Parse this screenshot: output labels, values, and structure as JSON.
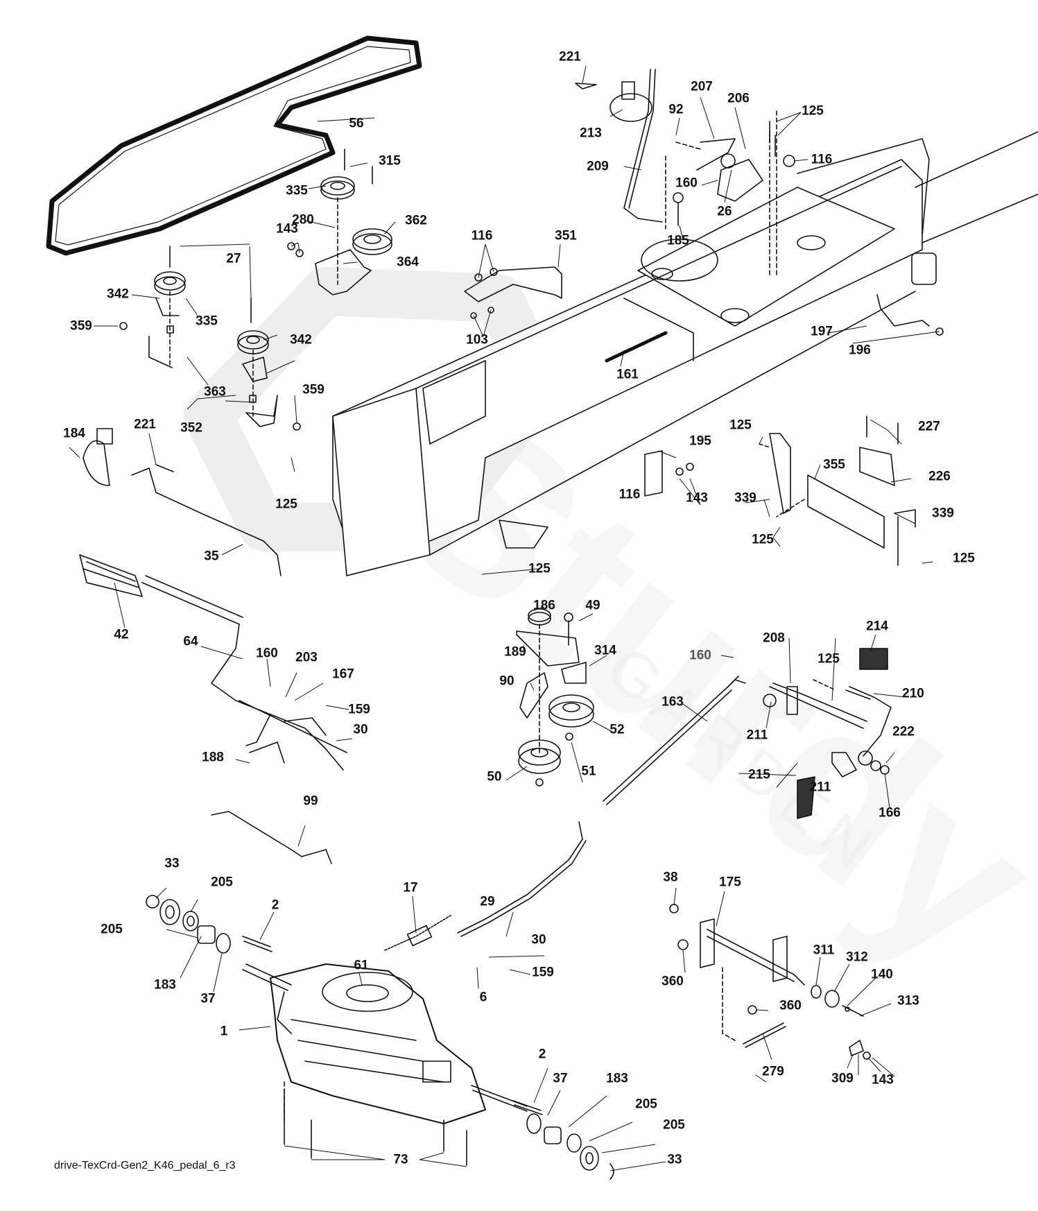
{
  "diagram": {
    "title_code": "drive-TexCrd-Gen2_K46_pedal_6_r3",
    "watermark": {
      "brand": "Sturdy",
      "subtitle": "GARDEN",
      "color": "#ececec"
    },
    "line_color": "#111111",
    "callouts": [
      {
        "id": "c1",
        "label": "56",
        "part": "drive-belt"
      },
      {
        "id": "c2",
        "label": "221",
        "part": "hairpin-clip"
      },
      {
        "id": "c3",
        "label": "213",
        "part": "knob"
      },
      {
        "id": "c4",
        "label": "209",
        "part": "lift-rod"
      },
      {
        "id": "c5",
        "label": "207",
        "part": "lever-arm"
      },
      {
        "id": "c6",
        "label": "92",
        "part": "bolt"
      },
      {
        "id": "c7",
        "label": "206",
        "part": "bracket-plate"
      },
      {
        "id": "c8",
        "label": "125",
        "part": "bolt"
      },
      {
        "id": "c9",
        "label": "116",
        "part": "nut"
      },
      {
        "id": "c10",
        "label": "160",
        "part": "hairpin-clip"
      },
      {
        "id": "c11",
        "label": "26",
        "part": "spring"
      },
      {
        "id": "c12",
        "label": "185",
        "part": "carriage-bolt"
      },
      {
        "id": "c13",
        "label": "315",
        "part": "bolt"
      },
      {
        "id": "c14",
        "label": "335",
        "part": "idler-pulley"
      },
      {
        "id": "c15",
        "label": "280",
        "part": "spacer"
      },
      {
        "id": "c16",
        "label": "362",
        "part": "pulley"
      },
      {
        "id": "c17",
        "label": "143",
        "part": "nut"
      },
      {
        "id": "c18",
        "label": "364",
        "part": "bracket"
      },
      {
        "id": "c19",
        "label": "116",
        "part": "nut"
      },
      {
        "id": "c20",
        "label": "351",
        "part": "bracket"
      },
      {
        "id": "c21",
        "label": "103",
        "part": "nut"
      },
      {
        "id": "c22",
        "label": "27",
        "part": "bolt"
      },
      {
        "id": "c23",
        "label": "342",
        "part": "belt-guide"
      },
      {
        "id": "c24",
        "label": "335",
        "part": "idler-pulley"
      },
      {
        "id": "c25",
        "label": "359",
        "part": "nut"
      },
      {
        "id": "c26",
        "label": "342",
        "part": "belt-guide"
      },
      {
        "id": "c27",
        "label": "363",
        "part": "spacer"
      },
      {
        "id": "c28",
        "label": "359",
        "part": "nut"
      },
      {
        "id": "c29",
        "label": "352",
        "part": "bracket"
      },
      {
        "id": "c30",
        "label": "161",
        "part": "spring"
      },
      {
        "id": "c31",
        "label": "197",
        "part": "hitch-rod"
      },
      {
        "id": "c32",
        "label": "196",
        "part": "screw"
      },
      {
        "id": "c33",
        "label": "184",
        "part": "knob"
      },
      {
        "id": "c34",
        "label": "221",
        "part": "hairpin-clip"
      },
      {
        "id": "c35",
        "label": "125",
        "part": "bolt"
      },
      {
        "id": "c36",
        "label": "35",
        "part": "rod"
      },
      {
        "id": "c37",
        "label": "125",
        "part": "bolt"
      },
      {
        "id": "c38",
        "label": "227",
        "part": "bolt"
      },
      {
        "id": "c39",
        "label": "195",
        "part": "plate"
      },
      {
        "id": "c40",
        "label": "355",
        "part": "hitch-plate"
      },
      {
        "id": "c41",
        "label": "226",
        "part": "hitch-bracket"
      },
      {
        "id": "c42",
        "label": "339",
        "part": "bracket"
      },
      {
        "id": "c43",
        "label": "116",
        "part": "nut"
      },
      {
        "id": "c44",
        "label": "143",
        "part": "nut"
      },
      {
        "id": "c45",
        "label": "339",
        "part": "bracket"
      },
      {
        "id": "c46",
        "label": "125",
        "part": "bolt"
      },
      {
        "id": "c47",
        "label": "125",
        "part": "bolt"
      },
      {
        "id": "c48",
        "label": "125",
        "part": "bolt"
      },
      {
        "id": "c49",
        "label": "42",
        "part": "grip"
      },
      {
        "id": "c50",
        "label": "64",
        "part": "shift-lever"
      },
      {
        "id": "c51",
        "label": "186",
        "part": "pulley"
      },
      {
        "id": "c52",
        "label": "49",
        "part": "carriage-bolt"
      },
      {
        "id": "c53",
        "label": "189",
        "part": "idler-arm"
      },
      {
        "id": "c54",
        "label": "314",
        "part": "belt-guide"
      },
      {
        "id": "c55",
        "label": "90",
        "part": "belt-guide"
      },
      {
        "id": "c56",
        "label": "52",
        "part": "idler-pulley"
      },
      {
        "id": "c57",
        "label": "50",
        "part": "pulley"
      },
      {
        "id": "c58",
        "label": "51",
        "part": "nut"
      },
      {
        "id": "c59",
        "label": "214",
        "part": "pedal-pad"
      },
      {
        "id": "c60",
        "label": "208",
        "part": "bracket"
      },
      {
        "id": "c61",
        "label": "160",
        "part": "hairpin-clip"
      },
      {
        "id": "c62",
        "label": "125",
        "part": "bolt"
      },
      {
        "id": "c63",
        "label": "210",
        "part": "pedal-arm"
      },
      {
        "id": "c64",
        "label": "163",
        "part": "rod"
      },
      {
        "id": "c65",
        "label": "211",
        "part": "bushing"
      },
      {
        "id": "c66",
        "label": "222",
        "part": "washer"
      },
      {
        "id": "c67",
        "label": "215",
        "part": "pedal-pad"
      },
      {
        "id": "c68",
        "label": "211",
        "part": "bushing"
      },
      {
        "id": "c69",
        "label": "166",
        "part": "retainer"
      },
      {
        "id": "c70",
        "label": "160",
        "part": "hairpin-clip"
      },
      {
        "id": "c71",
        "label": "203",
        "part": "washer"
      },
      {
        "id": "c72",
        "label": "167",
        "part": "bracket"
      },
      {
        "id": "c73",
        "label": "159",
        "part": "pin"
      },
      {
        "id": "c74",
        "label": "30",
        "part": "washer"
      },
      {
        "id": "c75",
        "label": "188",
        "part": "rod"
      },
      {
        "id": "c76",
        "label": "99",
        "part": "rod"
      },
      {
        "id": "c77",
        "label": "33",
        "part": "e-ring"
      },
      {
        "id": "c78",
        "label": "205",
        "part": "washer"
      },
      {
        "id": "c79",
        "label": "205",
        "part": "washer"
      },
      {
        "id": "c80",
        "label": "2",
        "part": "key"
      },
      {
        "id": "c81",
        "label": "183",
        "part": "bushing"
      },
      {
        "id": "c82",
        "label": "37",
        "part": "washer"
      },
      {
        "id": "c83",
        "label": "17",
        "part": "spring"
      },
      {
        "id": "c84",
        "label": "61",
        "part": "transaxle-pulley"
      },
      {
        "id": "c85",
        "label": "29",
        "part": "rod"
      },
      {
        "id": "c86",
        "label": "30",
        "part": "washer"
      },
      {
        "id": "c87",
        "label": "159",
        "part": "pin"
      },
      {
        "id": "c88",
        "label": "6",
        "part": "nut"
      },
      {
        "id": "c89",
        "label": "1",
        "part": "transaxle"
      },
      {
        "id": "c90",
        "label": "2",
        "part": "key"
      },
      {
        "id": "c91",
        "label": "37",
        "part": "washer"
      },
      {
        "id": "c92",
        "label": "183",
        "part": "bushing"
      },
      {
        "id": "c93",
        "label": "205",
        "part": "washer"
      },
      {
        "id": "c94",
        "label": "205",
        "part": "washer"
      },
      {
        "id": "c95",
        "label": "33",
        "part": "e-ring"
      },
      {
        "id": "c96",
        "label": "73",
        "part": "bolt"
      },
      {
        "id": "c97",
        "label": "38",
        "part": "nut"
      },
      {
        "id": "c98",
        "label": "175",
        "part": "shaft-assembly"
      },
      {
        "id": "c99",
        "label": "360",
        "part": "nut"
      },
      {
        "id": "c100",
        "label": "311",
        "part": "washer"
      },
      {
        "id": "c101",
        "label": "312",
        "part": "bushing"
      },
      {
        "id": "c102",
        "label": "140",
        "part": "washer"
      },
      {
        "id": "c103",
        "label": "313",
        "part": "screw"
      },
      {
        "id": "c104",
        "label": "360",
        "part": "nut"
      },
      {
        "id": "c105",
        "label": "279",
        "part": "rod"
      },
      {
        "id": "c106",
        "label": "309",
        "part": "clip"
      },
      {
        "id": "c107",
        "label": "143",
        "part": "nut"
      }
    ]
  }
}
